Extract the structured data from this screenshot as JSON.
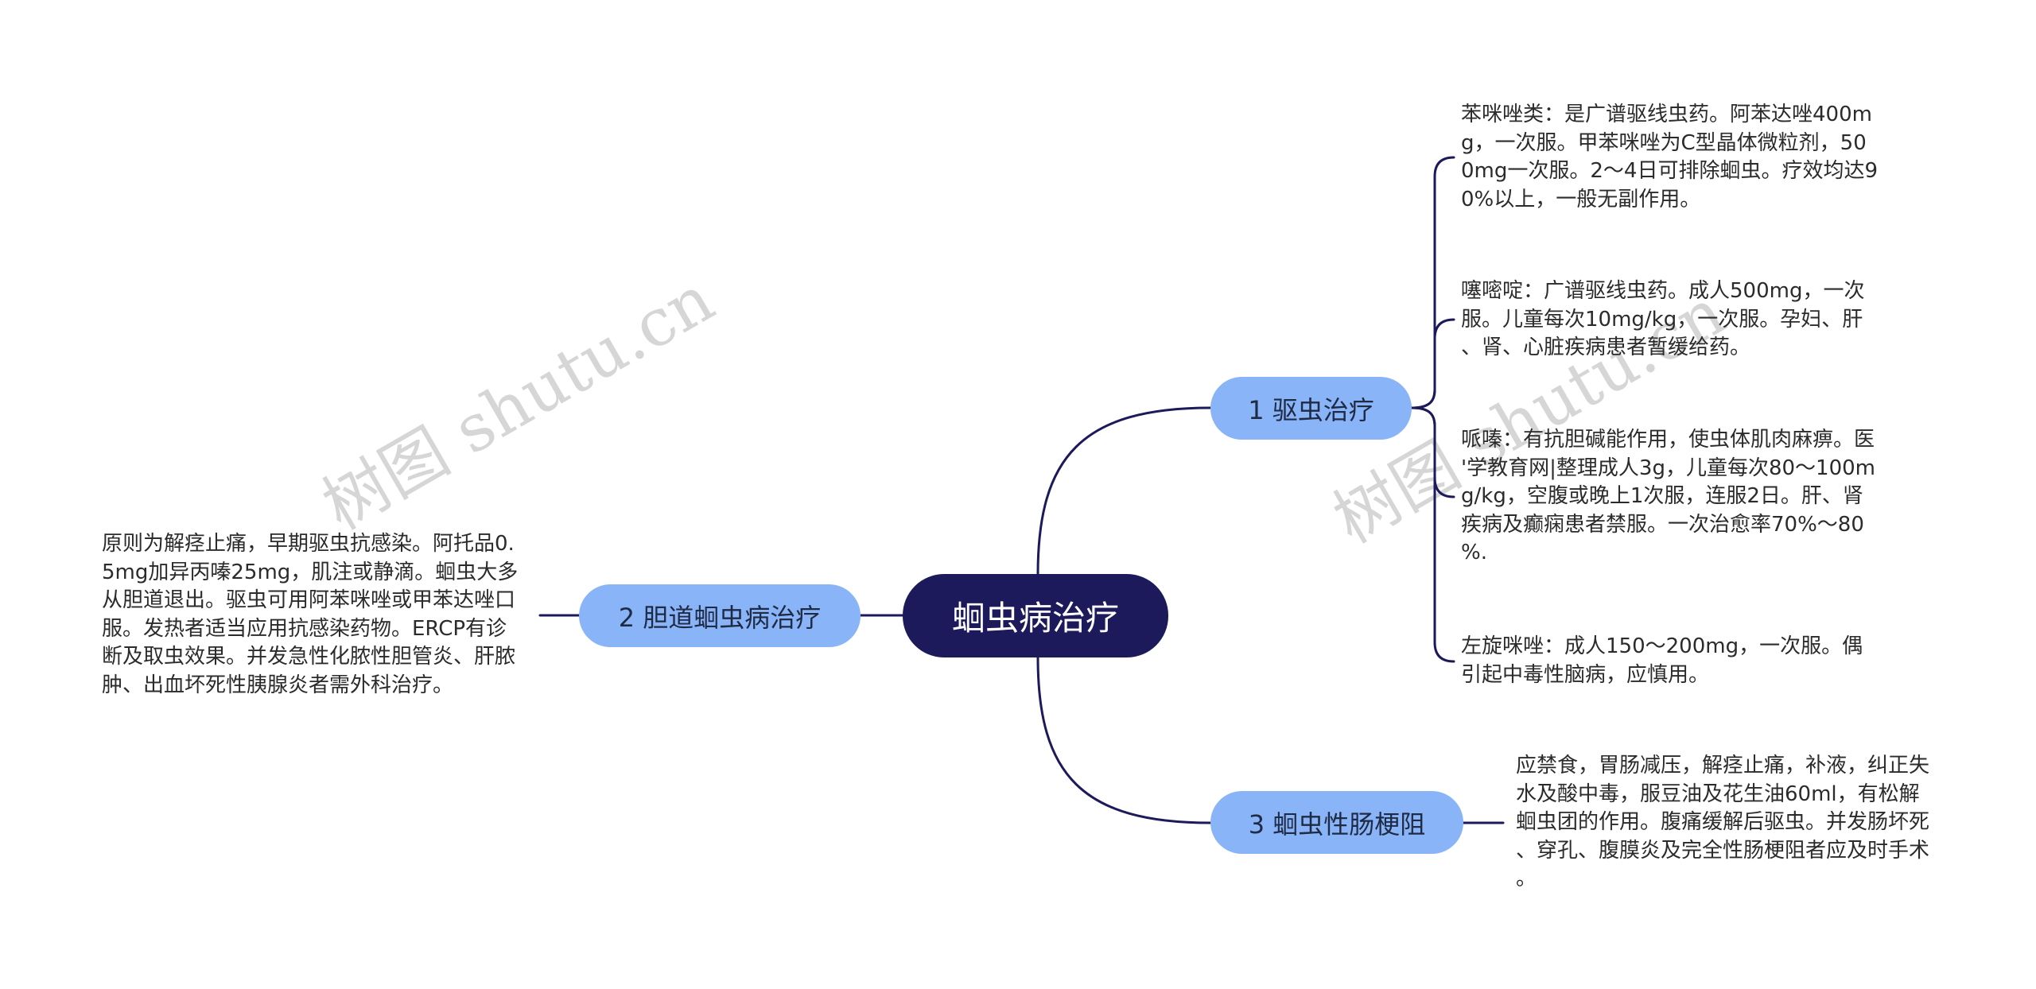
{
  "colors": {
    "central_bg": "#1d1a5b",
    "central_fg": "#ffffff",
    "branch_bg": "#8ab4f8",
    "branch_fg": "#1f2a44",
    "line": "#1d1a5b",
    "text": "#2b2b2b",
    "watermark": "#cfcfcf"
  },
  "watermark": {
    "text": "树图 shutu.cn"
  },
  "central": {
    "label": "蛔虫病治疗"
  },
  "branches": [
    {
      "label": "1 驱虫治疗",
      "leaves": [
        {
          "lines": [
            "苯咪唑类：是广谱驱线虫药。阿苯达唑400m",
            "g，一次服。甲苯咪唑为C型晶体微粒剂，50",
            "0mg一次服。2～4日可排除蛔虫。疗效均达9",
            "0%以上，一般无副作用。"
          ]
        },
        {
          "lines": [
            "噻嘧啶：广谱驱线虫药。成人500mg，一次",
            "服。儿童每次10mg/kg，一次服。孕妇、肝",
            "、肾、心脏疾病患者暂缓给药。"
          ]
        },
        {
          "lines": [
            "哌嗪：有抗胆碱能作用，使虫体肌肉麻痹。医",
            "'学教育网|整理成人3g，儿童每次80～100m",
            "g/kg，空腹或晚上1次服，连服2日。肝、肾",
            "疾病及癫痫患者禁服。一次治愈率70%～80",
            "%."
          ]
        },
        {
          "lines": [
            "左旋咪唑：成人150～200mg，一次服。偶",
            "引起中毒性脑病，应慎用。"
          ]
        }
      ]
    },
    {
      "label": "2 胆道蛔虫病治疗",
      "leaves": [
        {
          "lines": [
            "原则为解痉止痛，早期驱虫抗感染。阿托品0.",
            "5mg加异丙嗪25mg，肌注或静滴。蛔虫大多",
            "从胆道退出。驱虫可用阿苯咪唑或甲苯达唑口",
            "服。发热者适当应用抗感染药物。ERCP有诊",
            "断及取虫效果。并发急性化脓性胆管炎、肝脓",
            "肿、出血坏死性胰腺炎者需外科治疗。"
          ]
        }
      ]
    },
    {
      "label": "3 蛔虫性肠梗阻",
      "leaves": [
        {
          "lines": [
            "应禁食，胃肠减压，解痉止痛，补液，纠正失",
            "水及酸中毒，服豆油及花生油60ml，有松解",
            "蛔虫团的作用。腹痛缓解后驱虫。并发肠坏死",
            "、穿孔、腹膜炎及完全性肠梗阻者应及时手术",
            "。"
          ]
        }
      ]
    }
  ]
}
